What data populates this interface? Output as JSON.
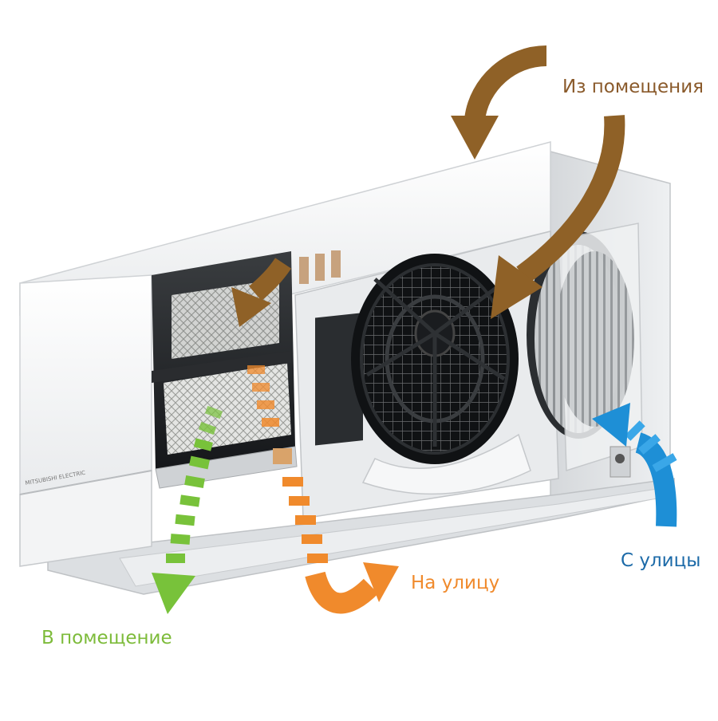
{
  "labels": {
    "from_room": "Из помещения",
    "to_street": "На улицу",
    "from_street": "С улицы",
    "to_room": "В помещение",
    "brand": "MITSUBISHI ELECTRIC"
  },
  "colors": {
    "from_room": "#8a5a2b",
    "from_room_arrow": "#8f6127",
    "to_street": "#f08a2c",
    "from_street": "#1c6aa8",
    "from_street_arrow": "#1e8fd6",
    "to_room": "#7dbb3a",
    "to_room_arrow": "#78c23a",
    "housing": "#f4f5f6"
  },
  "flows": [
    {
      "id": "from-room",
      "label_key": "from_room",
      "icon": "curved-arrow-brown"
    },
    {
      "id": "from-street",
      "label_key": "from_street",
      "icon": "curved-arrow-blue"
    },
    {
      "id": "to-street",
      "label_key": "to_street",
      "icon": "dashed-arrow-orange"
    },
    {
      "id": "to-room",
      "label_key": "to_room",
      "icon": "dashed-arrow-green"
    }
  ]
}
